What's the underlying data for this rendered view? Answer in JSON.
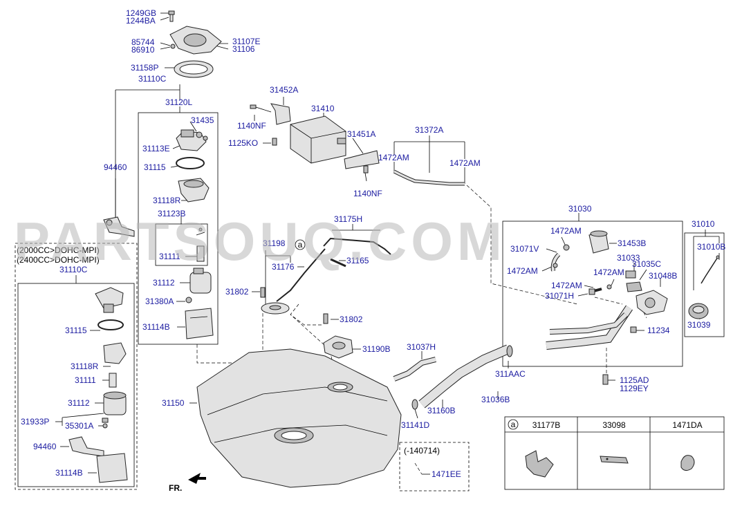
{
  "watermark": "PARTSOUQ.COM",
  "engine_note": [
    "(2000CC>DOHC-MPI)",
    "(2400CC>DOHC-MPI)"
  ],
  "callout_marker": "a",
  "direction_label": "FR.",
  "date_note": "(-140714)",
  "parts_table": {
    "headers": [
      "31177B",
      "33098",
      "1471DA"
    ]
  },
  "labels": {
    "p1249GB": "1249GB",
    "p1244BA": "1244BA",
    "p85744": "85744",
    "p86910": "86910",
    "p31107E": "31107E",
    "p31106": "31106",
    "p31158P": "31158P",
    "p31110C_top": "31110C",
    "p31120L": "31120L",
    "p31435": "31435",
    "p31113E": "31113E",
    "p31115_a": "31115",
    "p94460_a": "94460",
    "p31118R_a": "31118R",
    "p31123B": "31123B",
    "p31111_a": "31111",
    "p31112_a": "31112",
    "p31380A": "31380A",
    "p31114B_a": "31114B",
    "p31110C_left": "31110C",
    "p31115_b": "31115",
    "p31118R_b": "31118R",
    "p31111_b": "31111",
    "p31112_b": "31112",
    "p31933P": "31933P",
    "p35301A": "35301A",
    "p94460_b": "94460",
    "p31114B_b": "31114B",
    "p31452A": "31452A",
    "p31410": "31410",
    "p1140NF_a": "1140NF",
    "p1125KO": "1125KO",
    "p31451A": "31451A",
    "p1140NF_b": "1140NF",
    "p31372A": "31372A",
    "p1472AM_a": "1472AM",
    "p1472AM_b": "1472AM",
    "p31175H": "31175H",
    "p31198": "31198",
    "p31176": "31176",
    "p31165": "31165",
    "p31802_a": "31802",
    "p31802_b": "31802",
    "p31190B": "31190B",
    "p31037H": "31037H",
    "p311AAC": "311AAC",
    "p31036B": "31036B",
    "p31160B": "31160B",
    "p31141D": "31141D",
    "p31150": "31150",
    "p1471EE": "1471EE",
    "p31030": "31030",
    "p1472AM_c": "1472AM",
    "p31071V": "31071V",
    "p31453B": "31453B",
    "p31033": "31033",
    "p1472AM_d": "1472AM",
    "p1472AM_e": "1472AM",
    "p31035C": "31035C",
    "p1472AM_f": "1472AM",
    "p31048B": "31048B",
    "p31071H": "31071H",
    "p11234": "11234",
    "p1125AD": "1125AD",
    "p1129EY": "1129EY",
    "p31010": "31010",
    "p31010B": "31010B",
    "p31039": "31039"
  },
  "colors": {
    "label_blue": "#1a1aa0",
    "line": "#000000",
    "watermark": "#b9b9b9"
  }
}
